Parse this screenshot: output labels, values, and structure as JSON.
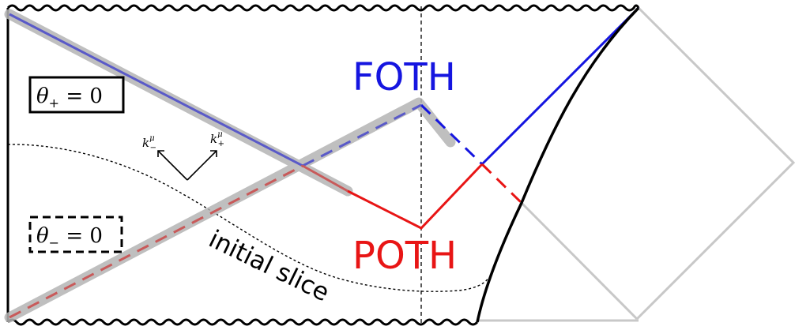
{
  "labels": {
    "foth": "FOTH",
    "poth": "POTH",
    "initial_slice": "initial slice",
    "theta_plus": "θ",
    "theta_plus_sub": "+",
    "theta_plus_eq": " = 0",
    "theta_minus": "θ",
    "theta_minus_sub": "−",
    "theta_minus_eq": " = 0",
    "k_minus": "k",
    "k_minus_sup": "μ",
    "k_minus_sub": "−",
    "k_plus": "k",
    "k_plus_sup": "μ",
    "k_plus_sub": "+"
  },
  "colors": {
    "foth": "#1515e0",
    "poth": "#e81515",
    "highlight": "#b4b4b4",
    "boundary": "#000000",
    "light_cone": "#c8c8c8",
    "faded_blue": "#5a5ac8",
    "faded_red": "#c85a5a"
  }
}
